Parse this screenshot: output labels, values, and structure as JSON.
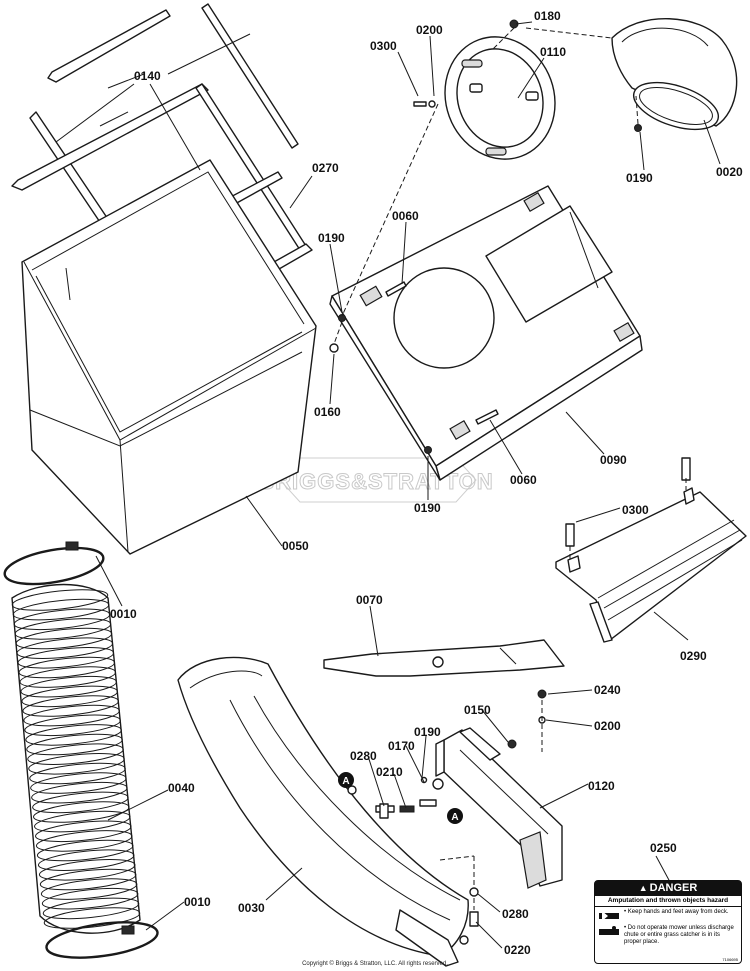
{
  "callouts": {
    "c0140": "0140",
    "c0270": "0270",
    "c0050": "0050",
    "c0300a": "0300",
    "c0200a": "0200",
    "c0180": "0180",
    "c0110": "0110",
    "c0020": "0020",
    "c0190a": "0190",
    "c0190b": "0190",
    "c0060a": "0060",
    "c0160": "0160",
    "c0190c": "0190",
    "c0060b": "0060",
    "c0090": "0090",
    "c0300b": "0300",
    "c0290": "0290",
    "c0010a": "0010",
    "c0040": "0040",
    "c0010b": "0010",
    "c0070": "0070",
    "c0240": "0240",
    "c0200b": "0200",
    "c0150": "0150",
    "c0190d": "0190",
    "c0280a": "0280",
    "c0170": "0170",
    "c0210": "0210",
    "c0120": "0120",
    "c0030": "0030",
    "c0250": "0250",
    "c0280b": "0280",
    "c0220": "0220"
  },
  "ref_markers": {
    "a1": "A",
    "a2": "A"
  },
  "watermark": "BRIGGS&STRATTON",
  "danger_label": {
    "header": "DANGER",
    "subheader": "Amputation and thrown objects hazard",
    "bullet1": "• Keep hands and feet away from deck.",
    "bullet2": "• Do not operate mower unless discharge chute or entire grass catcher is in its proper place.",
    "code": "7106695"
  },
  "copyright": "Copyright © Briggs & Stratton, LLC. All rights reserved."
}
